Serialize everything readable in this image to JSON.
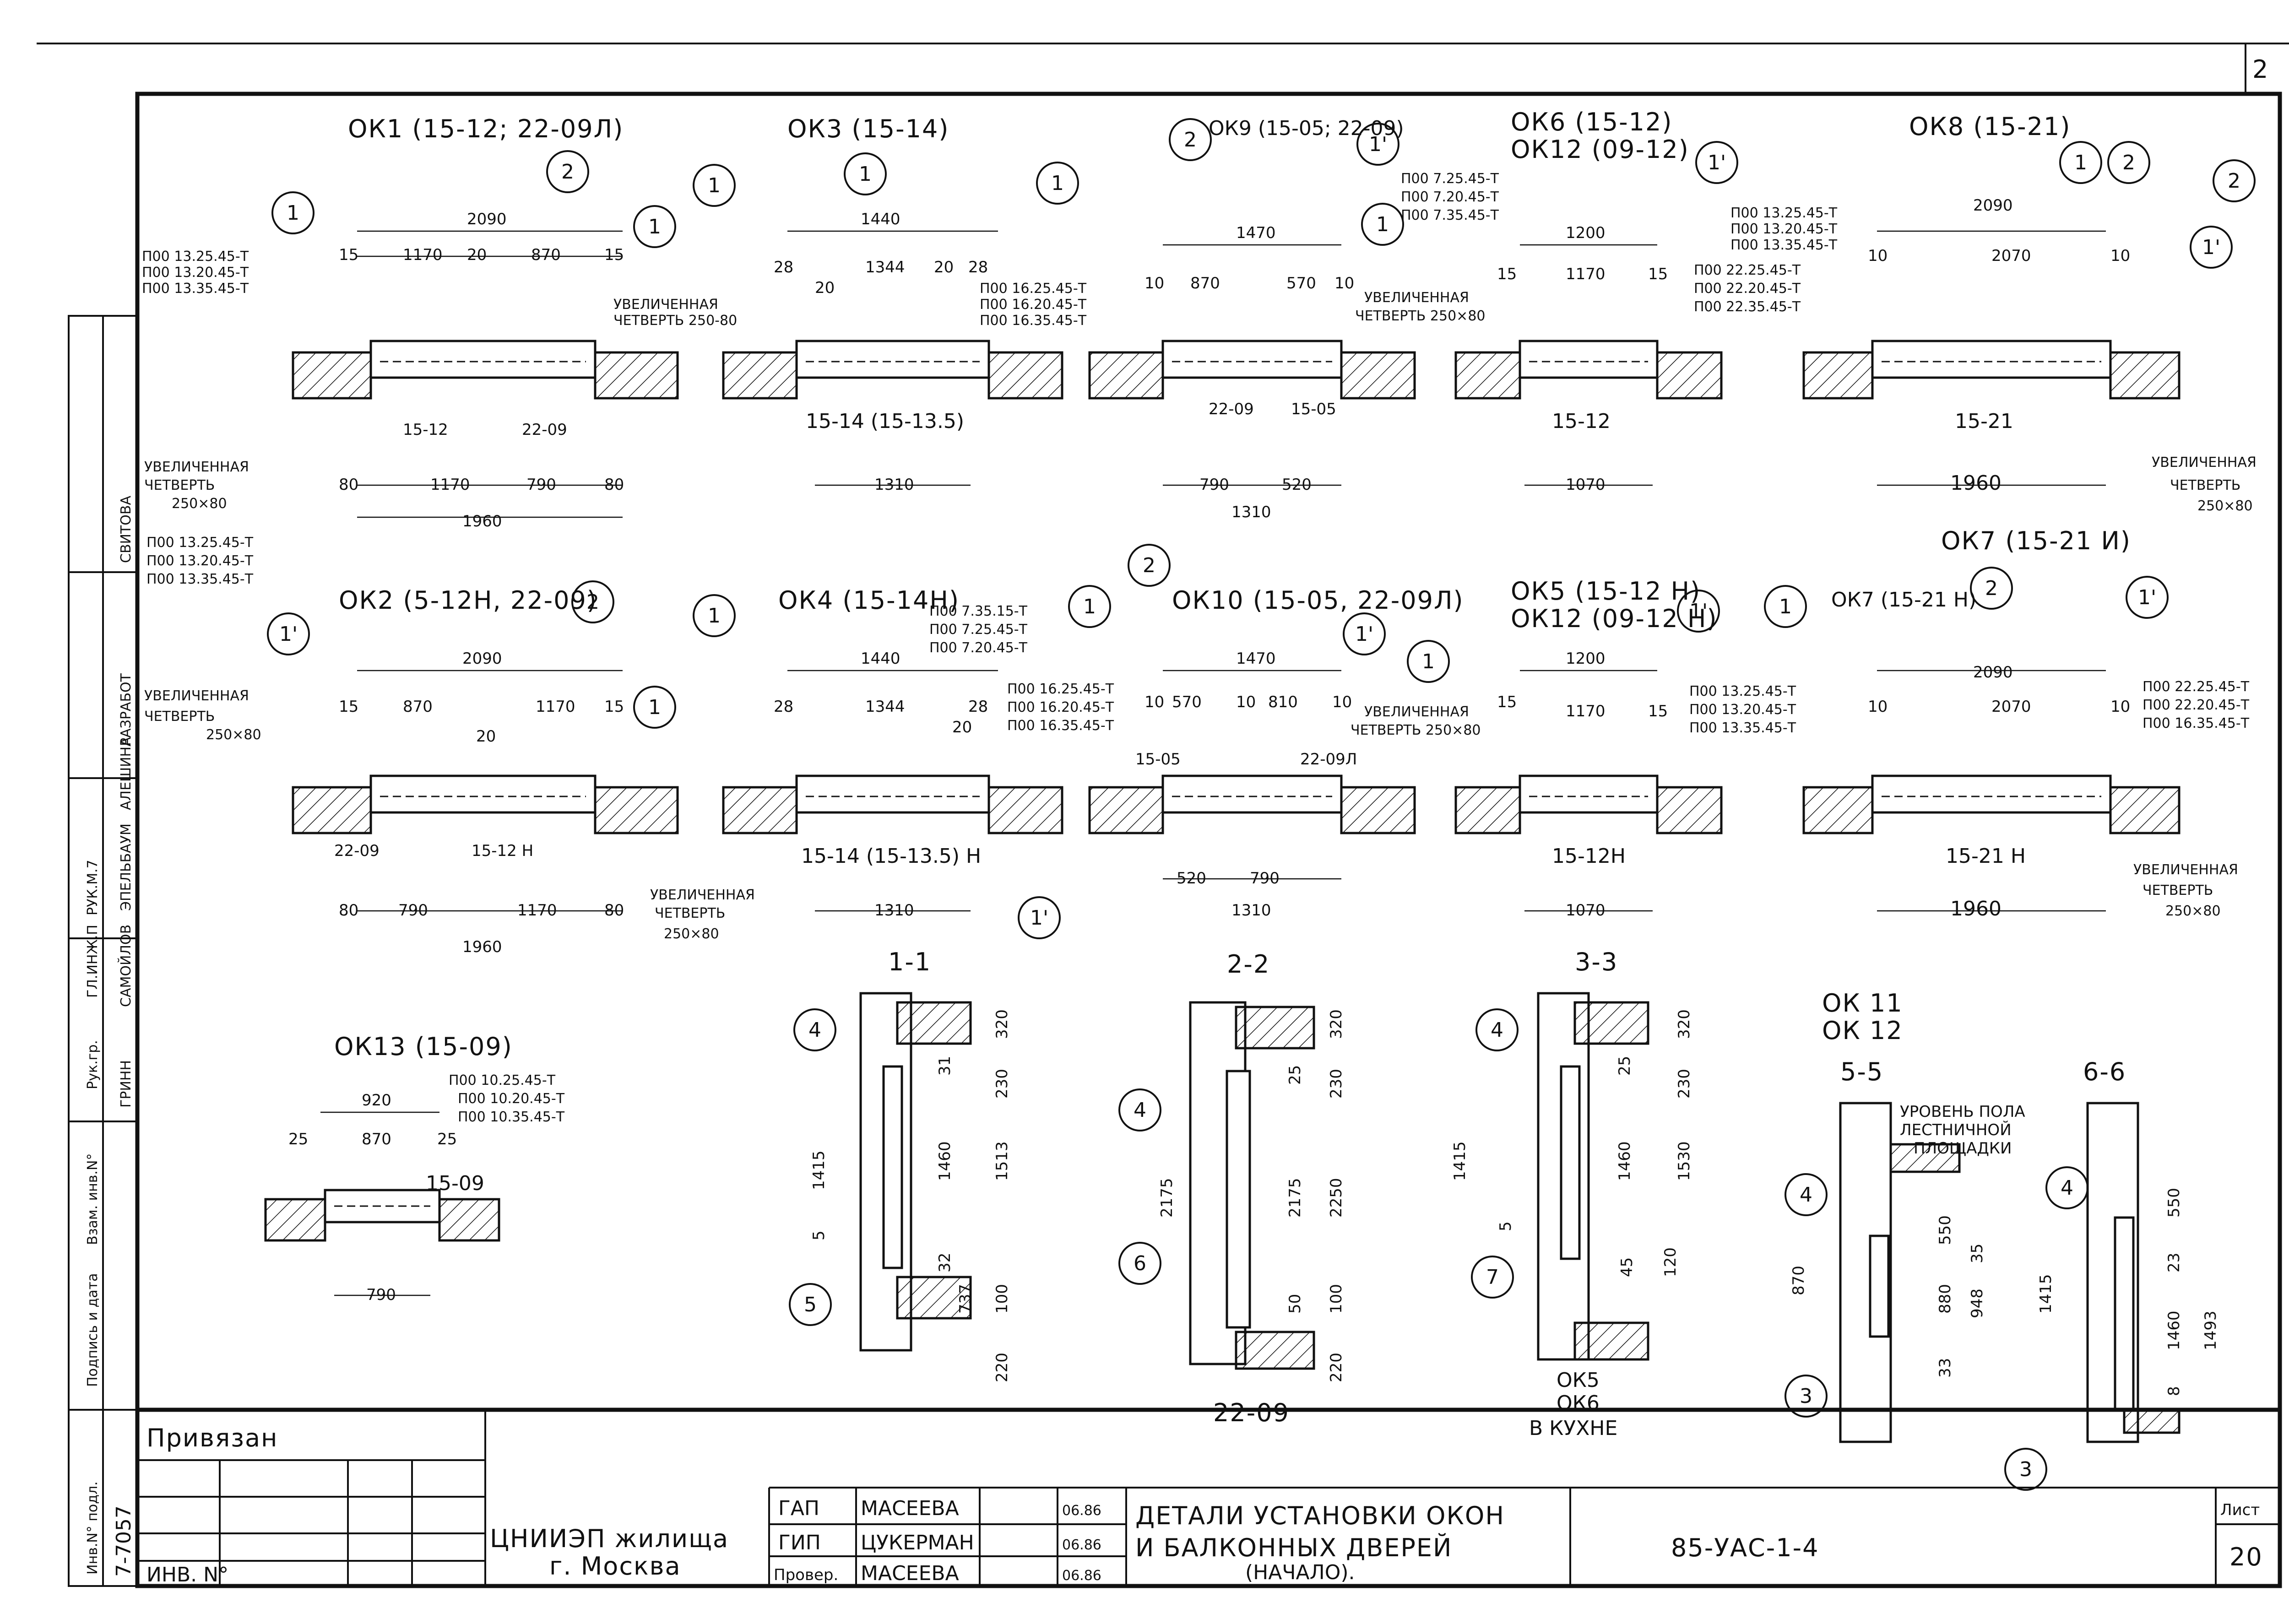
{
  "sheet_corner_number": "2",
  "sheet_number": "20",
  "sheet_label": "Лист",
  "project_code": "85-УАС-1-4",
  "drawing_title": [
    "ДЕТАЛИ УСТАНОВКИ ОКОН",
    "И БАЛКОННЫХ ДВЕРЕЙ",
    "(НАЧАЛО)."
  ],
  "organization": "ЦНИИЭП жилища",
  "city": "г. Москва",
  "privyazan": "Привязан",
  "inv_no": "ИНВ. N°",
  "original_inv": "7-7057",
  "signatures": [
    {
      "role": "ГАП",
      "name": "МАСЕЕВА",
      "date": "06.86"
    },
    {
      "role": "ГИП",
      "name": "ЦУКЕРМАН",
      "date": "06.86"
    },
    {
      "role": "Провер.",
      "name": "МАСЕЕВА",
      "date": "06.86"
    }
  ],
  "side_stamp": [
    "Инв.N° подл.",
    "Подпись и дата",
    "Взам. инв.N°",
    "Рук.гр.",
    "ГЛ.ИНЖ.П",
    "РУК.М.7",
    "ГРИНН",
    "САМОЙЛОВ",
    "ЭПЕЛЬБАУМ",
    "АЛЕШИНА",
    "РАЗРАБОТ",
    "СВИТОВА"
  ],
  "plans": [
    {
      "id": "ok1",
      "title": "ОК1 (15-12; 22-09Л)",
      "top_dims": [
        "2090",
        "15",
        "1170",
        "20",
        "870",
        "15"
      ],
      "bottom_dims": [
        "80",
        "1170",
        "790",
        "80",
        "1960"
      ],
      "labels": [
        "15-12",
        "22-09"
      ],
      "callouts": [
        "1",
        "2",
        "1"
      ],
      "notes": [
        "П00 13.25.45-Т",
        "П00 13.20.45-Т",
        "П00 13.35.45-Т",
        "УВЕЛИЧЕННАЯ",
        "ЧЕТВЕРТЬ 250-80",
        "УВЕЛИЧЕННАЯ",
        "ЧЕТВЕРТЬ",
        "250×80"
      ]
    },
    {
      "id": "ok3",
      "title": "ОК3 (15-14)",
      "top_dims": [
        "1440",
        "28",
        "1344",
        "20",
        "28",
        "20"
      ],
      "bottom_dims": [
        "1310"
      ],
      "labels": [
        "15-14 (15-13.5)"
      ],
      "callouts": [
        "1",
        "1"
      ],
      "notes": [
        "П00 16.25.45-Т",
        "П00 16.20.45-Т",
        "П00 16.35.45-Т"
      ]
    },
    {
      "id": "ok9",
      "title": "ОК9 (15-05; 22-09)",
      "top_dims": [
        "1470",
        "10",
        "870",
        "570",
        "10"
      ],
      "bottom_dims": [
        "790",
        "520",
        "1310"
      ],
      "labels": [
        "22-09",
        "15-05"
      ],
      "callouts": [
        "2",
        "1'",
        "1",
        "1"
      ],
      "notes": [
        "П00 7.25.45-Т",
        "П00 7.20.45-Т",
        "П00 7.35.45-Т",
        "УВЕЛИЧЕННАЯ",
        "ЧЕТВЕРТЬ 250×80"
      ]
    },
    {
      "id": "ok6",
      "title": "ОК6 (15-12)",
      "subtitle": "ОК12 (09-12)",
      "top_dims": [
        "1200",
        "15",
        "1170",
        "15"
      ],
      "bottom_dims": [
        "1070"
      ],
      "labels": [
        "15-12"
      ],
      "callouts": [
        "1'"
      ],
      "notes": []
    },
    {
      "id": "ok8",
      "title": "ОК8 (15-21)",
      "top_dims": [
        "2090",
        "10",
        "2070",
        "10"
      ],
      "bottom_dims": [
        "1960"
      ],
      "labels": [
        "15-21"
      ],
      "callouts": [
        "1",
        "2",
        "2",
        "1'"
      ],
      "notes": [
        "П00 13.25.45-Т",
        "П00 13.20.45-Т",
        "П00 13.35.45-Т",
        "П00 22.25.45-Т",
        "П00 22.20.45-Т",
        "П00 22.35.45-Т",
        "УВЕЛИЧЕННАЯ",
        "ЧЕТВЕРТЬ",
        "250×80"
      ]
    },
    {
      "id": "ok2",
      "title": "ОК2 (5-12Н, 22-09)",
      "top_dims": [
        "2090",
        "15",
        "870",
        "1170",
        "20",
        "15"
      ],
      "bottom_dims": [
        "80",
        "790",
        "1170",
        "80",
        "1960"
      ],
      "labels": [
        "22-09",
        "15-12 Н"
      ],
      "callouts": [
        "1'",
        "2",
        "1"
      ],
      "notes": [
        "П00 13.25.45-Т",
        "П00 13.20.45-Т",
        "П00 13.35.45-Т",
        "УВЕЛИЧЕННАЯ",
        "ЧЕТВЕРТЬ",
        "250×80",
        "УВЕЛИЧЕННАЯ",
        "ЧЕТВЕРТЬ",
        "250×80"
      ]
    },
    {
      "id": "ok4",
      "title": "ОК4 (15-14Н)",
      "top_dims": [
        "1440",
        "28",
        "1344",
        "20",
        "28"
      ],
      "bottom_dims": [
        "1310"
      ],
      "labels": [
        "15-14 (15-13.5) Н"
      ],
      "callouts": [
        "1",
        "1",
        "1'"
      ],
      "notes": [
        "П00 7.35.15-Т",
        "П00 7.25.45-Т",
        "П00 7.20.45-Т",
        "П00 16.25.45-Т",
        "П00 16.20.45-Т",
        "П00 16.35.45-Т"
      ]
    },
    {
      "id": "ok10",
      "title": "ОК10 (15-05, 22-09Л)",
      "top_dims": [
        "1470",
        "10",
        "570",
        "10",
        "810",
        "10"
      ],
      "bottom_dims": [
        "520",
        "790",
        "1310"
      ],
      "labels": [
        "15-05",
        "22-09Л"
      ],
      "callouts": [
        "2",
        "1'"
      ],
      "notes": [
        "УВЕЛИЧЕННАЯ",
        "ЧЕТВЕРТЬ 250×80"
      ]
    },
    {
      "id": "ok5",
      "title": "ОК5 (15-12 Н)",
      "subtitle": "ОК12 (09-12 Н)",
      "top_dims": [
        "1200",
        "15",
        "1170",
        "15"
      ],
      "bottom_dims": [
        "1070"
      ],
      "labels": [
        "15-12Н"
      ],
      "callouts": [
        "1",
        "1'"
      ],
      "notes": [
        "П00 13.25.45-Т",
        "П00 13.20.45-Т",
        "П00 13.35.45-Т"
      ]
    },
    {
      "id": "ok7",
      "title": "ОК7 (15-21 Н)",
      "title2": "ОК7 (15-21 И)",
      "top_dims": [
        "2090",
        "10",
        "2070",
        "10"
      ],
      "bottom_dims": [
        "1960"
      ],
      "labels": [
        "15-21 Н"
      ],
      "callouts": [
        "1",
        "2",
        "1'"
      ],
      "notes": [
        "П00 22.25.45-Т",
        "П00 22.20.45-Т",
        "П00 16.35.45-Т",
        "УВЕЛИЧЕННАЯ",
        "ЧЕТВЕРТЬ",
        "250×80"
      ]
    },
    {
      "id": "ok13",
      "title": "ОК13 (15-09)",
      "top_dims": [
        "920",
        "25",
        "870",
        "25"
      ],
      "bottom_dims": [
        "790"
      ],
      "labels": [
        "15-09"
      ],
      "callouts": [],
      "notes": [
        "П00 10.25.45-Т",
        "П00 10.20.45-Т",
        "П00 10.35.45-Т"
      ]
    }
  ],
  "sections": [
    {
      "id": "s11",
      "title": "1-1",
      "dims": [
        "320",
        "31",
        "230",
        "1460",
        "1513",
        "1415",
        "5",
        "32",
        "737",
        "100",
        "220"
      ],
      "callouts": [
        "4",
        "5"
      ]
    },
    {
      "id": "s22",
      "title": "2-2",
      "dims": [
        "320",
        "25",
        "230",
        "2175",
        "2175",
        "2250",
        "50",
        "100",
        "220"
      ],
      "callouts": [
        "4",
        "6"
      ],
      "caption": "22-09"
    },
    {
      "id": "s33",
      "title": "3-3",
      "dims": [
        "320",
        "25",
        "230",
        "1415",
        "1460",
        "1530",
        "5",
        "45",
        "120"
      ],
      "callouts": [
        "4",
        "7"
      ],
      "caption": [
        "ОК5",
        "ОК6",
        "В КУХНЕ"
      ]
    },
    {
      "id": "s55",
      "title": "5-5",
      "header": [
        "ОК 11",
        "ОК 12"
      ],
      "dims": [
        "550",
        "35",
        "870",
        "880",
        "948",
        "33"
      ],
      "callouts": [
        "4",
        "3"
      ],
      "notes": [
        "УРОВЕНЬ ПОЛА",
        "ЛЕСТНИЧНОЙ",
        "ПЛОЩАДКИ"
      ]
    },
    {
      "id": "s66",
      "title": "6-6",
      "dims": [
        "550",
        "1415",
        "23",
        "1460",
        "1493",
        "8"
      ],
      "callouts": [
        "4",
        "3"
      ]
    }
  ]
}
